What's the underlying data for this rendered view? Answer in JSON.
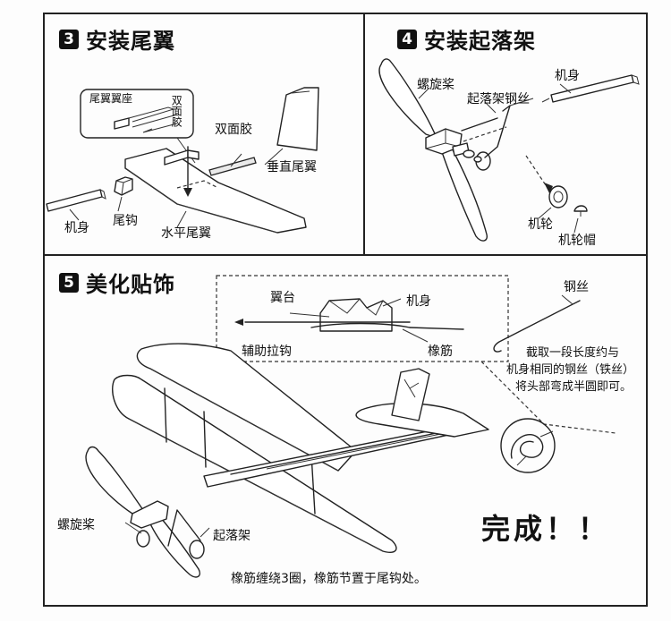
{
  "step3": {
    "number": "3",
    "title": "安装尾翼",
    "labels": {
      "tail_mount": "尾翼翼座",
      "double_tape_vertical": "双面胶",
      "double_tape": "双面胶",
      "vertical_tail": "垂直尾翼",
      "fuselage": "机身",
      "tail_hook": "尾钩",
      "horizontal_tail": "水平尾翼"
    }
  },
  "step4": {
    "number": "4",
    "title": "安装起落架",
    "labels": {
      "propeller": "螺旋桨",
      "gear_wire": "起落架钢丝",
      "fuselage": "机身",
      "wheel": "机轮",
      "wheel_cap": "机轮帽"
    }
  },
  "step5": {
    "number": "5",
    "title": "美化贴饰",
    "labels": {
      "wing_mount": "翼台",
      "fuselage": "机身",
      "aux_hook": "辅助拉钩",
      "rubber_band": "橡筋",
      "steel_wire": "钢丝",
      "propeller": "螺旋桨",
      "landing_gear": "起落架"
    },
    "note_lines": [
      "截取一段长度约与",
      "机身相同的钢丝（铁丝）",
      "将头部弯成半圆即可。"
    ],
    "done": "完成！！",
    "caption": "橡筋缠绕3圈，橡筋节置于尾钩处。"
  }
}
